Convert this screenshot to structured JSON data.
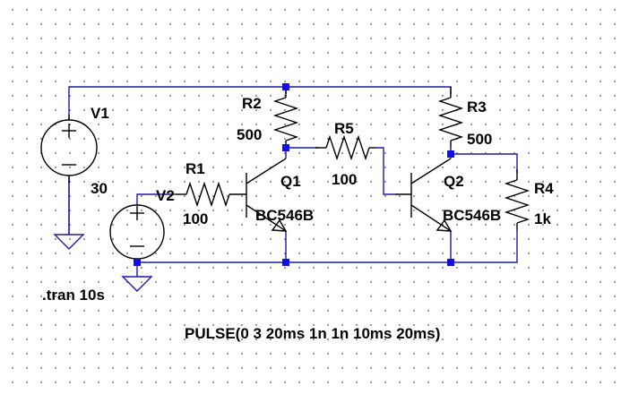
{
  "colors": {
    "wire": "#1a1aa6",
    "component": "#000000",
    "junction": "#1010e6",
    "grid_dot": "#8a8a8a",
    "background": "#ffffff"
  },
  "components": {
    "V1": {
      "name": "V1",
      "value": "30"
    },
    "V2": {
      "name": "V2",
      "value": "PULSE(0 3 20ms 1n 1n 10ms 20ms)"
    },
    "R1": {
      "name": "R1",
      "value": "100"
    },
    "R2": {
      "name": "R2",
      "value": "500"
    },
    "R3": {
      "name": "R3",
      "value": "500"
    },
    "R4": {
      "name": "R4",
      "value": "1k"
    },
    "R5": {
      "name": "R5",
      "value": "100"
    },
    "Q1": {
      "name": "Q1",
      "model": "BC546B"
    },
    "Q2": {
      "name": "Q2",
      "model": "BC546B"
    }
  },
  "directives": {
    "tran": ".tran 10s"
  }
}
